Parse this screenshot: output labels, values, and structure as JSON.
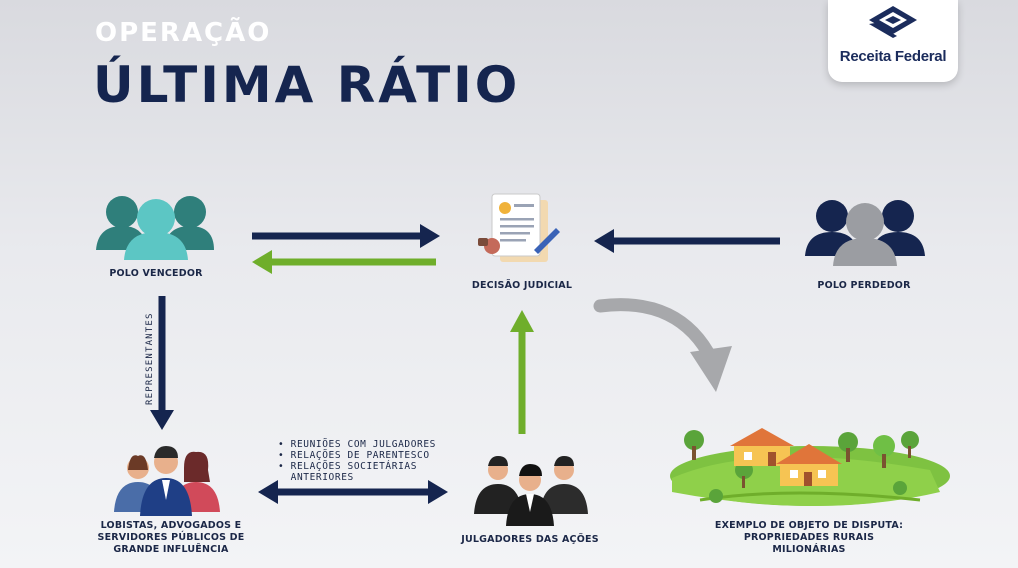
{
  "header": {
    "subtitle": "OPERAÇÃO",
    "title": "ÚLTIMA RÁTIO"
  },
  "logo": {
    "text": "Receita Federal"
  },
  "nodes": {
    "polo_vencedor": "POLO VENCEDOR",
    "decisao_judicial": "DECISÃO JUDICIAL",
    "polo_perdedor": "POLO PERDEDOR",
    "lobistas": [
      "LOBISTAS, ADVOGADOS E",
      "SERVIDORES PÚBLICOS DE",
      "GRANDE INFLUÊNCIA"
    ],
    "julgadores": "JULGADORES DAS AÇÕES",
    "exemplo": [
      "EXEMPLO DE OBJETO DE DISPUTA:",
      "PROPRIEDADES RURAIS",
      "MILIONÁRIAS"
    ]
  },
  "edge_labels": {
    "representantes": "REPRESENTANTES",
    "relations": [
      "• REUNIÕES COM JULGADORES",
      "• RELAÇÕES DE PARENTESCO",
      "• RELAÇÕES SOCIETÁRIAS",
      "  ANTERIORES"
    ]
  },
  "colors": {
    "navy": "#15254f",
    "green": "#6fae2b",
    "teal": "#2f7f7b",
    "gray_arrow": "#a7a8ab"
  }
}
